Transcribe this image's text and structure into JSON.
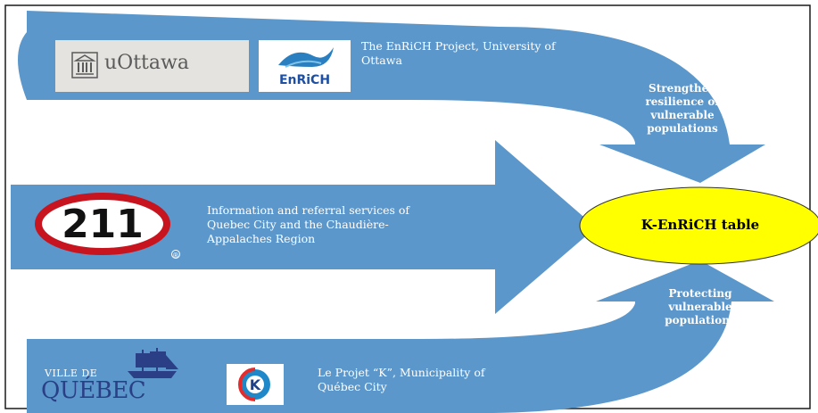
{
  "top_band": {
    "logo_uottawa": "uOttawa",
    "logo_enrich": "EnRiCH",
    "description": [
      "The EnRiCH Project, University of",
      "Ottawa"
    ]
  },
  "middle_band": {
    "logo_211": "211",
    "registered_mark": "®",
    "description": [
      "Information and referral services of",
      "Quebec City and the Chaudière-",
      "Appalaches Region"
    ]
  },
  "bottom_band": {
    "logo_ville_de": "VILLE DE",
    "logo_quebec": "QUÉBEC",
    "logo_k": "K",
    "description": [
      "Le Projet “K”,  Municipality of",
      "Québec City"
    ]
  },
  "arrow_labels": {
    "top": [
      "Strengthen",
      "resilience of",
      "vulnerable",
      "populations"
    ],
    "bottom": [
      "Protecting",
      "vulnerable",
      "populations"
    ]
  },
  "center": {
    "label": "K-EnRiCH table",
    "fill_color": "#ffff00"
  },
  "colors": {
    "arrow_blue": "#5b97cb",
    "background": "#ffffff"
  }
}
